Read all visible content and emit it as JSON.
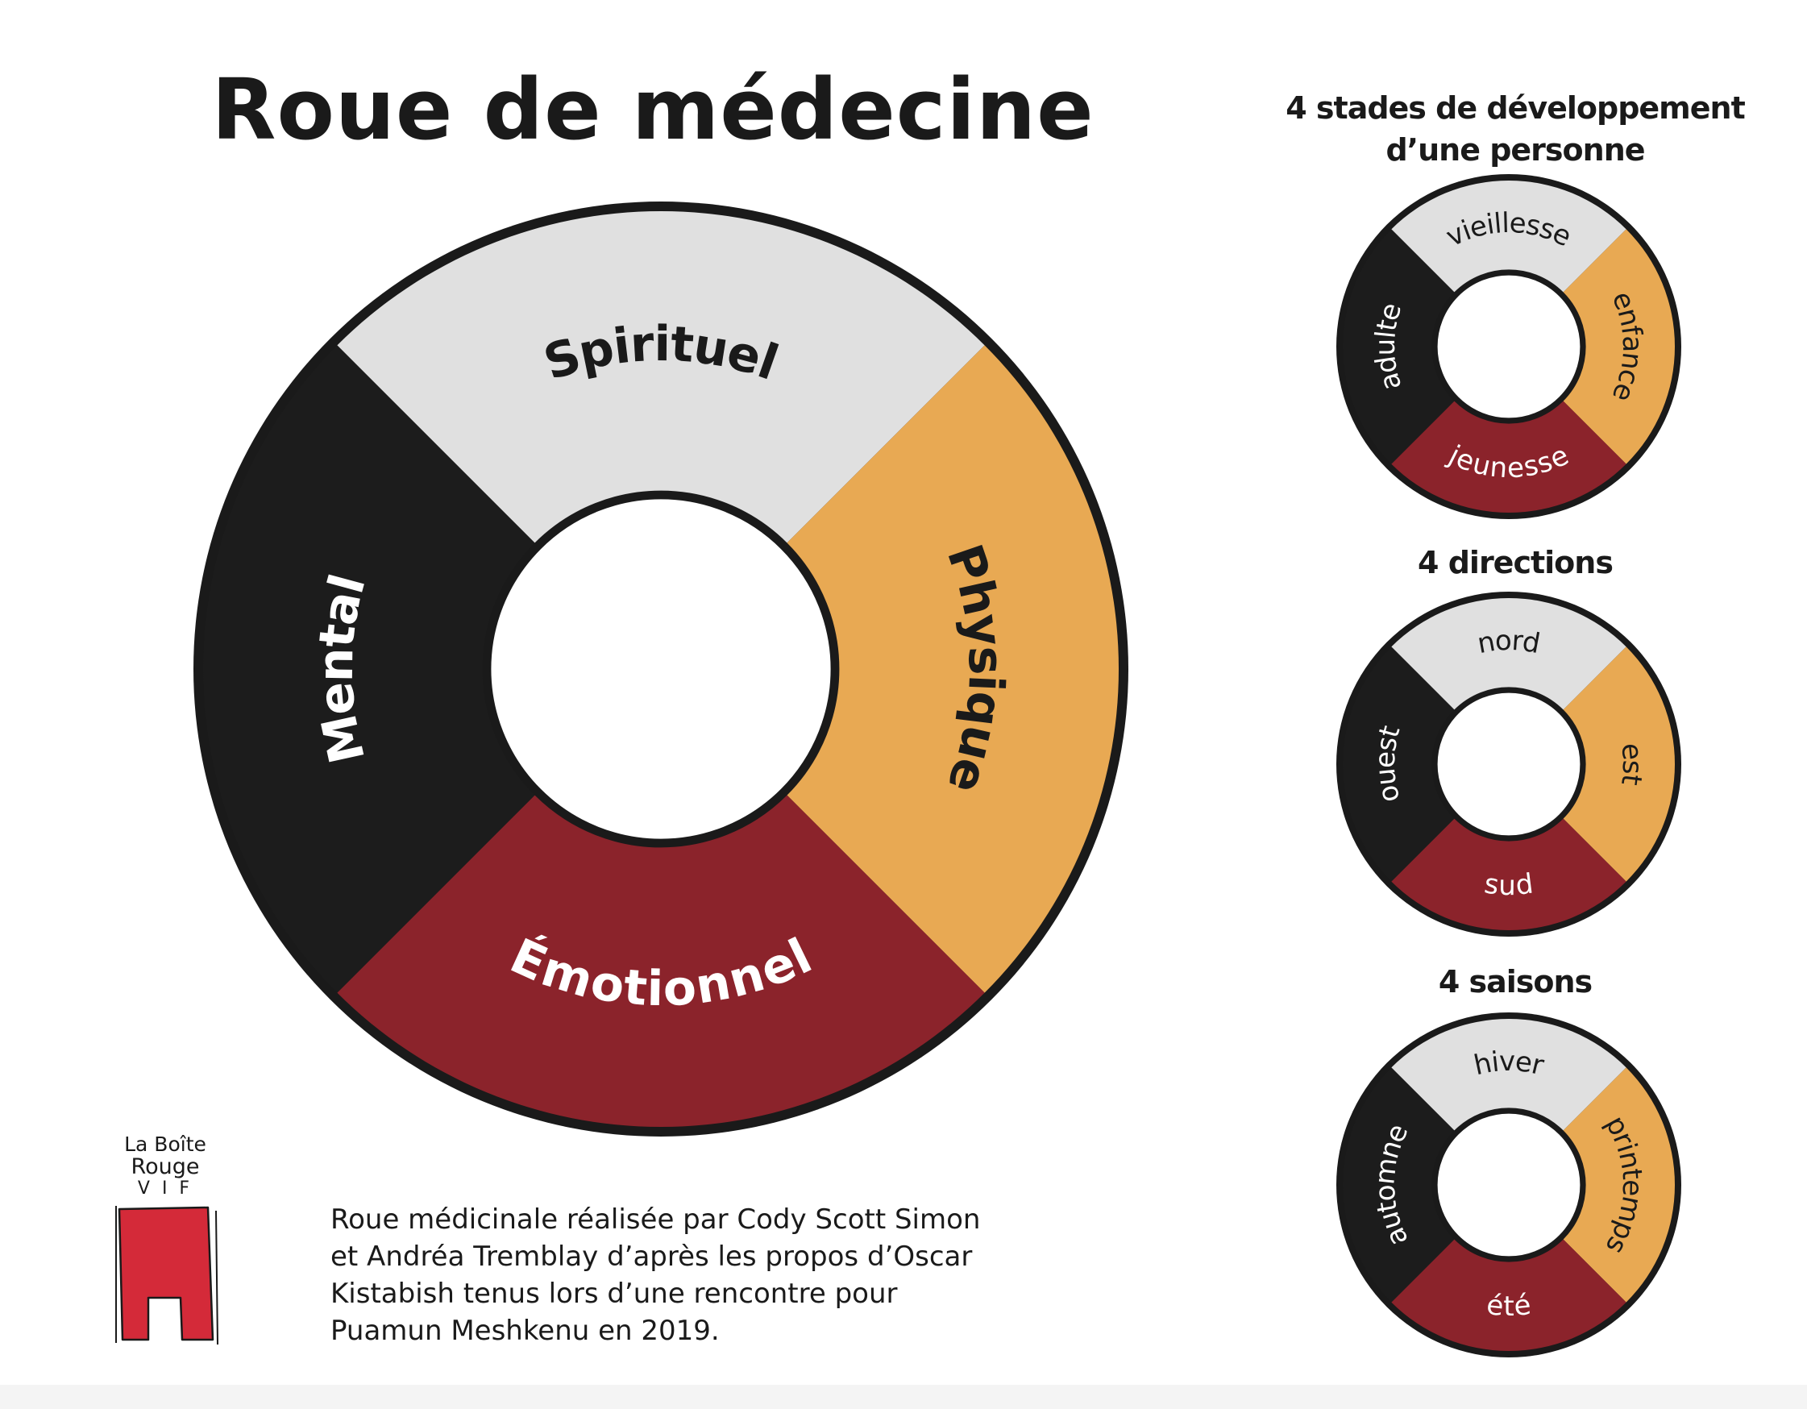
{
  "title": "Roue de médecine",
  "colors": {
    "grey": "#e0e0e0",
    "orange": "#e8a953",
    "red": "#8b232b",
    "black": "#1c1c1c",
    "logo_red": "#d42a39"
  },
  "main_wheel": {
    "top": "Spirituel",
    "right": "Physique",
    "bottom": "Émotionnel",
    "left": "Mental"
  },
  "small_wheels": [
    {
      "heading_lines": [
        "4 stades de développement",
        "d’une personne"
      ],
      "top": "vieillesse",
      "right": "enfance",
      "bottom": "jeunesse",
      "left": "adulte"
    },
    {
      "heading_lines": [
        "4 directions"
      ],
      "top": "nord",
      "right": "est",
      "bottom": "sud",
      "left": "ouest"
    },
    {
      "heading_lines": [
        "4 saisons"
      ],
      "top": "hiver",
      "right": "printemps",
      "bottom": "été",
      "left": "automne"
    }
  ],
  "caption_lines": [
    "Roue médicinale réalisée par Cody Scott Simon",
    "et Andréa Tremblay d’après les propos d’Oscar",
    "Kistabish tenus lors d’une rencontre pour",
    "Puamun Meshkenu en 2019."
  ],
  "logo": {
    "line1": "La Boîte",
    "line2": "Rouge",
    "line3": "V I F"
  }
}
